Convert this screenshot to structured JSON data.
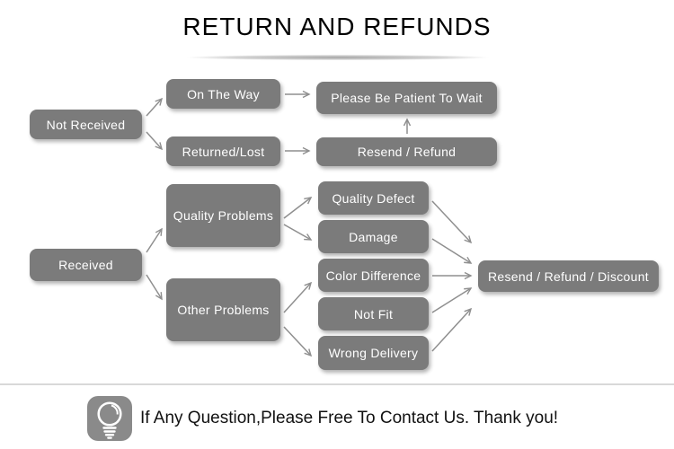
{
  "title": "RETURN AND REFUNDS",
  "flowchart": {
    "nodes": {
      "not_received": "Not Received",
      "on_the_way": "On The Way",
      "returned_lost": "Returned/Lost",
      "please_wait": "Please Be Patient To Wait",
      "resend_refund": "Resend / Refund",
      "received": "Received",
      "quality_problems": "Quality Problems",
      "other_problems": "Other Problems",
      "quality_defect": "Quality Defect",
      "damage": "Damage",
      "color_difference": "Color Difference",
      "not_fit": "Not Fit",
      "wrong_delivery": "Wrong Delivery",
      "resend_refund_discount": "Resend / Refund / Discount"
    },
    "edges": [
      {
        "from": "Not Received",
        "to": "On The Way"
      },
      {
        "from": "Not Received",
        "to": "Returned/Lost"
      },
      {
        "from": "On The Way",
        "to": "Please Be Patient To Wait"
      },
      {
        "from": "Returned/Lost",
        "to": "Resend / Refund"
      },
      {
        "from": "Resend / Refund",
        "to": "Please Be Patient To Wait"
      },
      {
        "from": "Received",
        "to": "Quality Problems"
      },
      {
        "from": "Received",
        "to": "Other Problems"
      },
      {
        "from": "Quality Problems",
        "to": "Quality Defect"
      },
      {
        "from": "Quality Problems",
        "to": "Damage"
      },
      {
        "from": "Other Problems",
        "to": "Color Difference"
      },
      {
        "from": "Other Problems",
        "to": "Wrong Delivery"
      },
      {
        "from": "Quality Defect",
        "to": "Resend / Refund / Discount"
      },
      {
        "from": "Damage",
        "to": "Resend / Refund / Discount"
      },
      {
        "from": "Color Difference",
        "to": "Resend / Refund / Discount"
      },
      {
        "from": "Not Fit",
        "to": "Resend / Refund / Discount"
      },
      {
        "from": "Wrong Delivery",
        "to": "Resend / Refund / Discount"
      }
    ]
  },
  "footer": {
    "message": "If Any Question,Please Free To Contact Us. Thank you!",
    "icon": "lightbulb-icon"
  },
  "colors": {
    "node_bg": "#7b7b7b",
    "node_text": "#ffffff",
    "arrow": "#8f8f8f",
    "divider": "#d8d8d8",
    "title_text": "#000000",
    "icon_bg": "#8a8a8a"
  }
}
